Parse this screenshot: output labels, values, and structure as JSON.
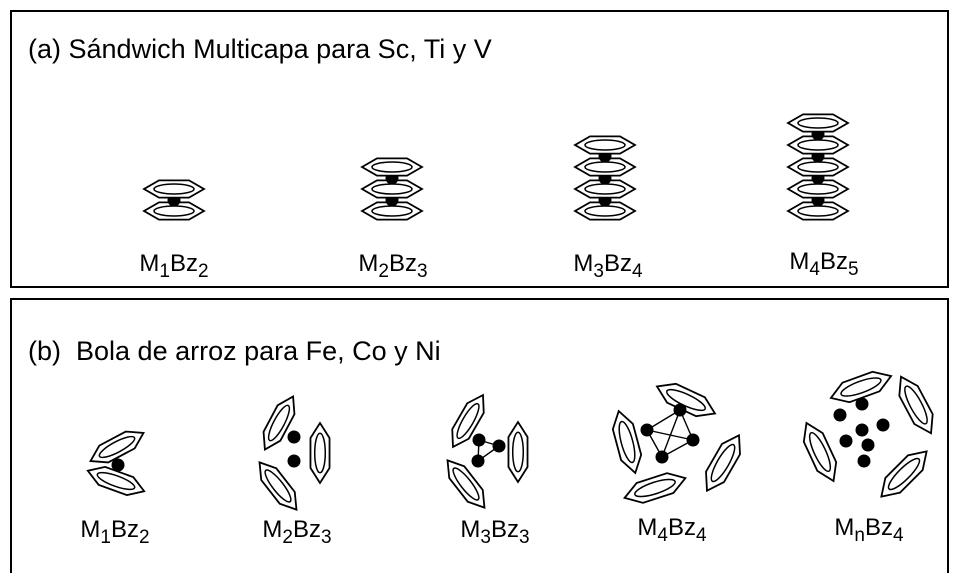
{
  "panel_a": {
    "tag": "(a)",
    "title": "Sándwich Multicapa para Sc, Ti y V",
    "structures": [
      {
        "label": {
          "pre": "M",
          "s1": "1",
          "mid": "Bz",
          "s2": "2"
        },
        "rings": 2
      },
      {
        "label": {
          "pre": "M",
          "s1": "2",
          "mid": "Bz",
          "s2": "3"
        },
        "rings": 3
      },
      {
        "label": {
          "pre": "M",
          "s1": "3",
          "mid": "Bz",
          "s2": "4"
        },
        "rings": 4
      },
      {
        "label": {
          "pre": "M",
          "s1": "4",
          "mid": "Bz",
          "s2": "5"
        },
        "rings": 5
      }
    ]
  },
  "panel_b": {
    "tag": "(b)",
    "title": "Bola de arroz para Fe, Co y Ni",
    "structures": [
      {
        "label": {
          "pre": "M",
          "s1": "1",
          "mid": "Bz",
          "s2": "2"
        }
      },
      {
        "label": {
          "pre": "M",
          "s1": "2",
          "mid": "Bz",
          "s2": "3"
        }
      },
      {
        "label": {
          "pre": "M",
          "s1": "3",
          "mid": "Bz",
          "s2": "3"
        }
      },
      {
        "label": {
          "pre": "M",
          "s1": "4",
          "mid": "Bz",
          "s2": "4"
        }
      },
      {
        "label": {
          "pre": "M",
          "s1": "n",
          "mid": "Bz",
          "s2": "4"
        }
      }
    ]
  }
}
